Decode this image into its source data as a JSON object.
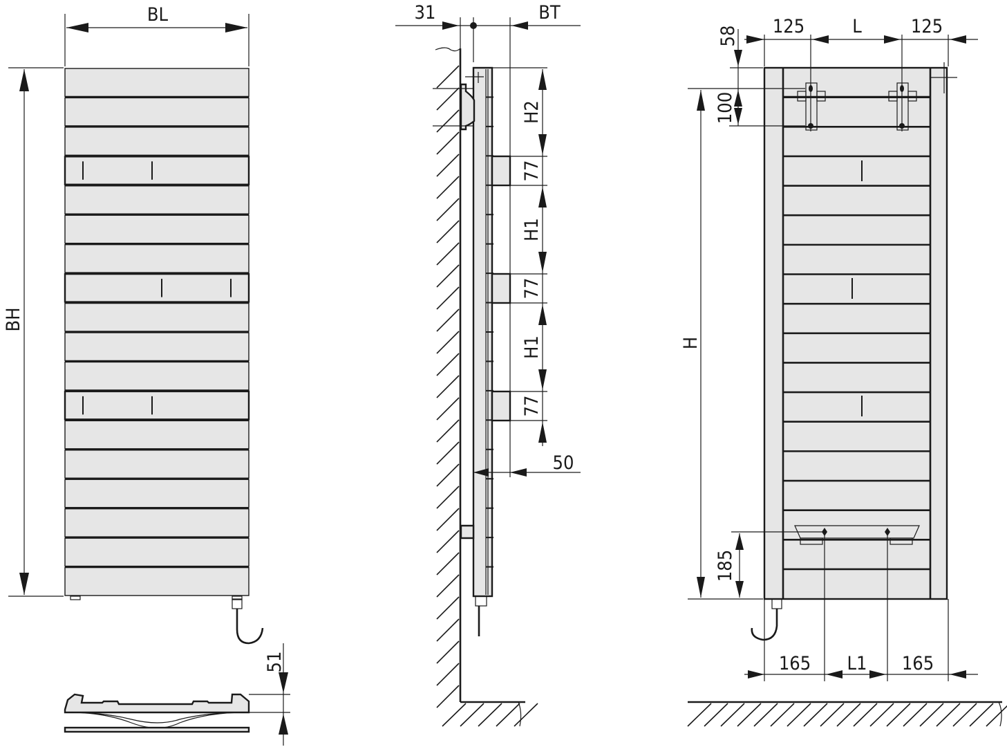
{
  "front_view": {
    "width_label": "BL",
    "height_label": "BH",
    "depth_label": "51"
  },
  "side_view": {
    "wall_offset": "31",
    "depth_label": "BT",
    "labels": [
      "H2",
      "77",
      "H1",
      "77",
      "H1",
      "77"
    ],
    "asterisk": "*",
    "bottom_offset": "50"
  },
  "rear_view": {
    "top_labels": [
      "125",
      "L",
      "125"
    ],
    "top_offset": "58",
    "bracket_spacing": "100",
    "height_label": "H",
    "bottom_height": "185",
    "bottom_labels": [
      "165",
      "L1",
      "165"
    ]
  },
  "colors": {
    "panel": "#e6e6e6",
    "line": "#1a1a1a",
    "asterisk": "#d0202a"
  }
}
